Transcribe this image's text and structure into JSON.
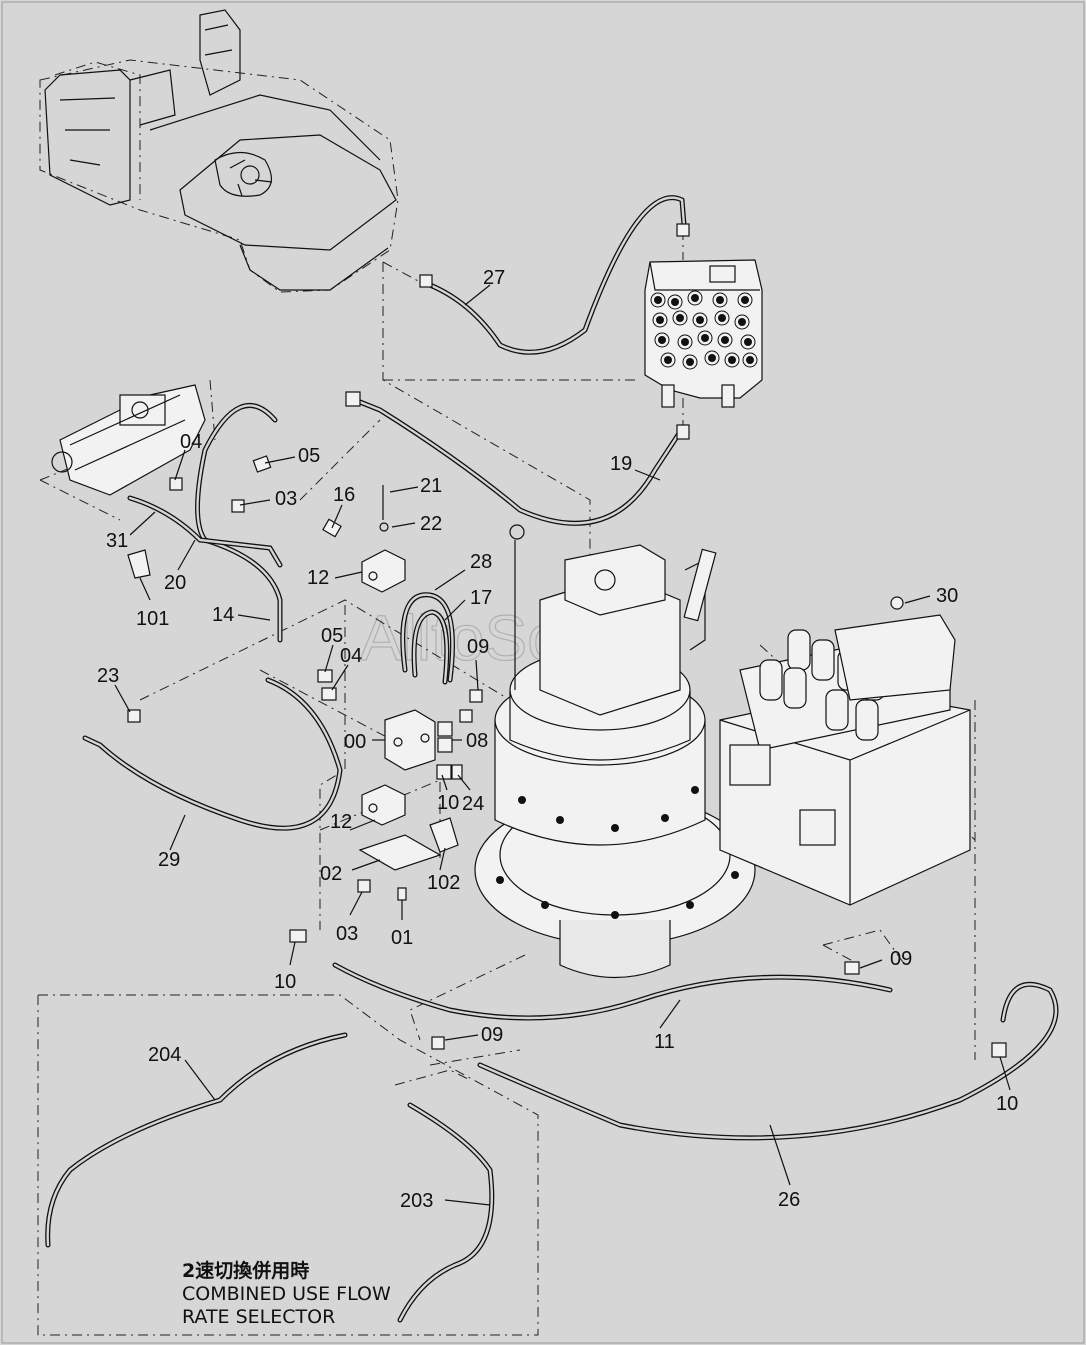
{
  "callouts": [
    {
      "id": "27",
      "text": "27"
    },
    {
      "id": "19",
      "text": "19"
    },
    {
      "id": "04a",
      "text": "04"
    },
    {
      "id": "05a",
      "text": "05"
    },
    {
      "id": "03a",
      "text": "03"
    },
    {
      "id": "16",
      "text": "16"
    },
    {
      "id": "21",
      "text": "21"
    },
    {
      "id": "22",
      "text": "22"
    },
    {
      "id": "31",
      "text": "31"
    },
    {
      "id": "20",
      "text": "20"
    },
    {
      "id": "101",
      "text": "101"
    },
    {
      "id": "12a",
      "text": "12"
    },
    {
      "id": "28",
      "text": "28"
    },
    {
      "id": "17",
      "text": "17"
    },
    {
      "id": "14",
      "text": "14"
    },
    {
      "id": "05b",
      "text": "05"
    },
    {
      "id": "04b",
      "text": "04"
    },
    {
      "id": "09a",
      "text": "09"
    },
    {
      "id": "30",
      "text": "30"
    },
    {
      "id": "23",
      "text": "23"
    },
    {
      "id": "00",
      "text": "00"
    },
    {
      "id": "08",
      "text": "08"
    },
    {
      "id": "10a",
      "text": "10"
    },
    {
      "id": "24",
      "text": "24"
    },
    {
      "id": "12b",
      "text": "12"
    },
    {
      "id": "29",
      "text": "29"
    },
    {
      "id": "02",
      "text": "02"
    },
    {
      "id": "102",
      "text": "102"
    },
    {
      "id": "03b",
      "text": "03"
    },
    {
      "id": "01",
      "text": "01"
    },
    {
      "id": "10b",
      "text": "10"
    },
    {
      "id": "09b",
      "text": "09"
    },
    {
      "id": "11",
      "text": "11"
    },
    {
      "id": "204",
      "text": "204"
    },
    {
      "id": "09c",
      "text": "09"
    },
    {
      "id": "10c",
      "text": "10"
    },
    {
      "id": "203",
      "text": "203"
    },
    {
      "id": "26",
      "text": "26"
    }
  ],
  "note": {
    "line1": "2速切換併用時",
    "line2": "COMBINED USE FLOW",
    "line3": "RATE SELECTOR"
  },
  "watermark": "AlltoSoft"
}
